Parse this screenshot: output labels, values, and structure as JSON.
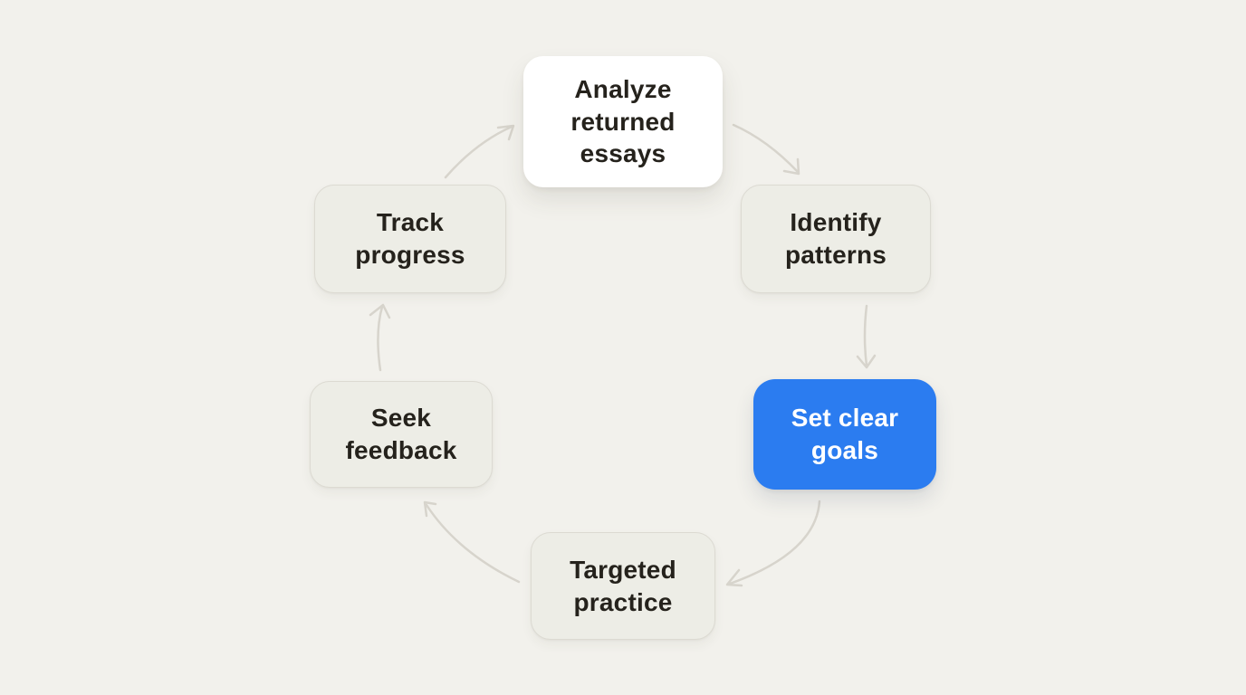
{
  "canvas": {
    "background_color": "#f2f1ec",
    "arrow_color": "#d7d4cc"
  },
  "diagram": {
    "type": "cycle",
    "nodes": [
      {
        "id": "analyze",
        "label": "Analyze returned essays",
        "variant": "white",
        "bg": "#ffffff",
        "text_color": "#25221c",
        "border_color": ""
      },
      {
        "id": "identify",
        "label": "Identify patterns",
        "variant": "gray",
        "bg": "#edede6",
        "text_color": "#25221c",
        "border_color": "#dcdad2"
      },
      {
        "id": "setgoals",
        "label": "Set clear goals",
        "variant": "blue",
        "bg": "#2b7cf0",
        "text_color": "#ffffff",
        "border_color": ""
      },
      {
        "id": "targeted",
        "label": "Targeted practice",
        "variant": "gray",
        "bg": "#edede6",
        "text_color": "#25221c",
        "border_color": "#dcdad2"
      },
      {
        "id": "seek",
        "label": "Seek feedback",
        "variant": "gray",
        "bg": "#edede6",
        "text_color": "#25221c",
        "border_color": "#dcdad2"
      },
      {
        "id": "track",
        "label": "Track progress",
        "variant": "gray",
        "bg": "#edede6",
        "text_color": "#25221c",
        "border_color": "#dcdad2"
      }
    ],
    "arrows": [
      {
        "from": "analyze",
        "to": "identify"
      },
      {
        "from": "identify",
        "to": "setgoals"
      },
      {
        "from": "setgoals",
        "to": "targeted"
      },
      {
        "from": "targeted",
        "to": "seek"
      },
      {
        "from": "seek",
        "to": "track"
      },
      {
        "from": "track",
        "to": "analyze"
      }
    ]
  }
}
